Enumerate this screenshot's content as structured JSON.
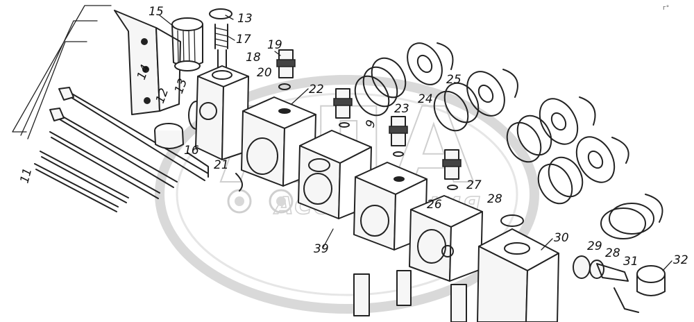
{
  "watermark": {
    "logo_text": "АДА",
    "sub_text": "АССОЦИАЦИЯ"
  },
  "corner_mark": "г°",
  "callouts": [
    "15",
    "13",
    "17",
    "19",
    "18",
    "20",
    "14",
    "13",
    "22",
    "12",
    "16",
    "21",
    "11",
    "9",
    "23",
    "24",
    "25",
    "27",
    "28",
    "26",
    "39",
    "30",
    "29",
    "28",
    "31",
    "32"
  ]
}
